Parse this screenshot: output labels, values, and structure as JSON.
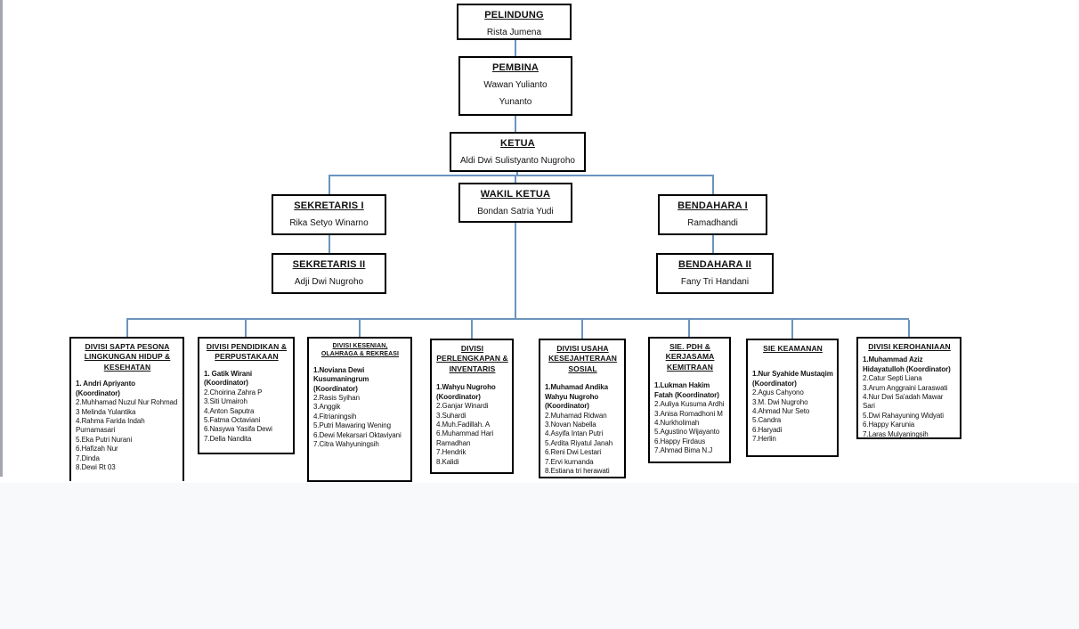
{
  "org": {
    "nodes": [
      {
        "id": "pelindung",
        "kind": "main",
        "title": "PELINDUNG",
        "members": [
          "Rista Jumena"
        ]
      },
      {
        "id": "pembina",
        "kind": "main",
        "title": "PEMBINA",
        "members": [
          "Wawan Yulianto",
          "Yunanto"
        ]
      },
      {
        "id": "ketua",
        "kind": "main",
        "title": "KETUA",
        "members": [
          "Aldi Dwi Sulistyanto Nugroho"
        ]
      },
      {
        "id": "wakil-ketua",
        "kind": "main",
        "title": "WAKIL KETUA",
        "members": [
          "Bondan Satria Yudi"
        ]
      },
      {
        "id": "sekretaris-1",
        "kind": "main",
        "title": "SEKRETARIS I",
        "members": [
          "Rika Setyo Winarno"
        ]
      },
      {
        "id": "sekretaris-2",
        "kind": "main",
        "title": "SEKRETARIS II",
        "members": [
          "Adji Dwi Nugroho"
        ]
      },
      {
        "id": "bendahara-1",
        "kind": "main",
        "title": "BENDAHARA I",
        "members": [
          "Ramadhandi"
        ]
      },
      {
        "id": "bendahara-2",
        "kind": "main",
        "title": "BENDAHARA II",
        "members": [
          "Fany Tri Handani"
        ]
      },
      {
        "id": "divisi-sapta-pesona",
        "kind": "division",
        "title": "DIVISI SAPTA PESONA LINGKUNGAN HIDUP & KESEHATAN",
        "members": [
          "1. Andri Apriyanto (Koordinator)",
          "2.Muhhamad Nuzul Nur Rohmad",
          "3 Melinda Yulantika",
          "4.Rahma Farida Indah Purnamasari",
          "5.Eka Putri Nurani",
          "6.Hafizah Nur",
          "7.Dinda",
          "8.Dewi Rt 03"
        ]
      },
      {
        "id": "divisi-pendidikan",
        "kind": "division",
        "title": "DIVISI PENDIDIKAN & PERPUSTAKAAN",
        "members": [
          "1. Gatik Wirani (Koordinator)",
          "2.Choirina Zahra P",
          "3.Siti Umairoh",
          "4.Anton Saputra",
          "5.Fatma Octaviani",
          "6.Nasywa Yasifa Dewi",
          "7.Della Nandita"
        ]
      },
      {
        "id": "divisi-kesenian",
        "kind": "division",
        "title": "DIVISI KESENIAN, OLAHRAGA & REKREASI",
        "members": [
          "1.Noviana Dewi Kusumaningrum (Koordinator)",
          "2.Rasis Syihan",
          "3.Anggik",
          "4.Fitrianingsih",
          "5.Putri Mawaring Wening",
          "6.Dewi Mekarsari Oktaviyani",
          "7.Citra Wahyuningsih"
        ]
      },
      {
        "id": "divisi-perlengkapan",
        "kind": "division",
        "title": "DIVISI PERLENGKAPAN & INVENTARIS",
        "members": [
          "1.Wahyu Nugroho (Koordinator)",
          "2.Ganjar Winardi",
          "3.Suhardi",
          "4.Muh.Fadillah. A",
          "6.Muhammad Hari Ramadhan",
          "7.Hendrik",
          "8.Kalidi"
        ]
      },
      {
        "id": "divisi-usaha-kesejahteraan",
        "kind": "division",
        "title": "DIVISI USAHA KESEJAHTERAAN SOSIAL",
        "members": [
          "1.Muhamad Andika Wahyu Nugroho (Koordinator)",
          "2.Muhamad Ridwan",
          "3.Novan Nabella",
          "4.Asyifa Intan Putri",
          "5.Ardita Riyatul Janah",
          "6.Reni Dwi Lestari",
          "7.Ervi kurnanda",
          "8.Estiana tri herawati"
        ]
      },
      {
        "id": "sie-pdh-kerjasama",
        "kind": "division",
        "title": "SIE. PDH & KERJASAMA KEMITRAAN",
        "members": [
          "1.Lukman Hakim Fatah (Koordinator)",
          "2.Auliya Kusuma Ardhi",
          "3.Anisa Romadhoni M",
          "4.Nurkholimah",
          "5.Agustino Wijayanto",
          "6.Happy Firdaus",
          "7.Ahmad Bima N.J"
        ]
      },
      {
        "id": "sie-keamanan",
        "kind": "division",
        "title": "SIE KEAMANAN",
        "members": [
          "1.Nur Syahide Mustaqim (Koordinator)",
          "2.Agus Cahyono",
          "3.M. Dwi Nugroho",
          "4.Ahmad Nur Seto",
          "5.Candra",
          "6.Haryadi",
          "7.Herlin"
        ]
      },
      {
        "id": "divisi-kerohaniaan",
        "kind": "division",
        "title": "DIVISI KEROHANIAAN",
        "members": [
          "1.Muhammad Aziz Hidayatulloh (Koordinator)",
          "2.Catur Septi Liana",
          "3.Arum Anggraini Laraswati",
          "4.Nur Dwi Sa'adah Mawar Sari",
          "5.Dwi Rahayuning Widyati",
          "6.Happy Karunia",
          "7.Laras Mulyaningsih"
        ]
      }
    ]
  },
  "colors": {
    "connector": "#6b94bd",
    "box_border": "#000000",
    "page_edge": "#a3a7ad",
    "below_page": "#f8f9fa"
  }
}
